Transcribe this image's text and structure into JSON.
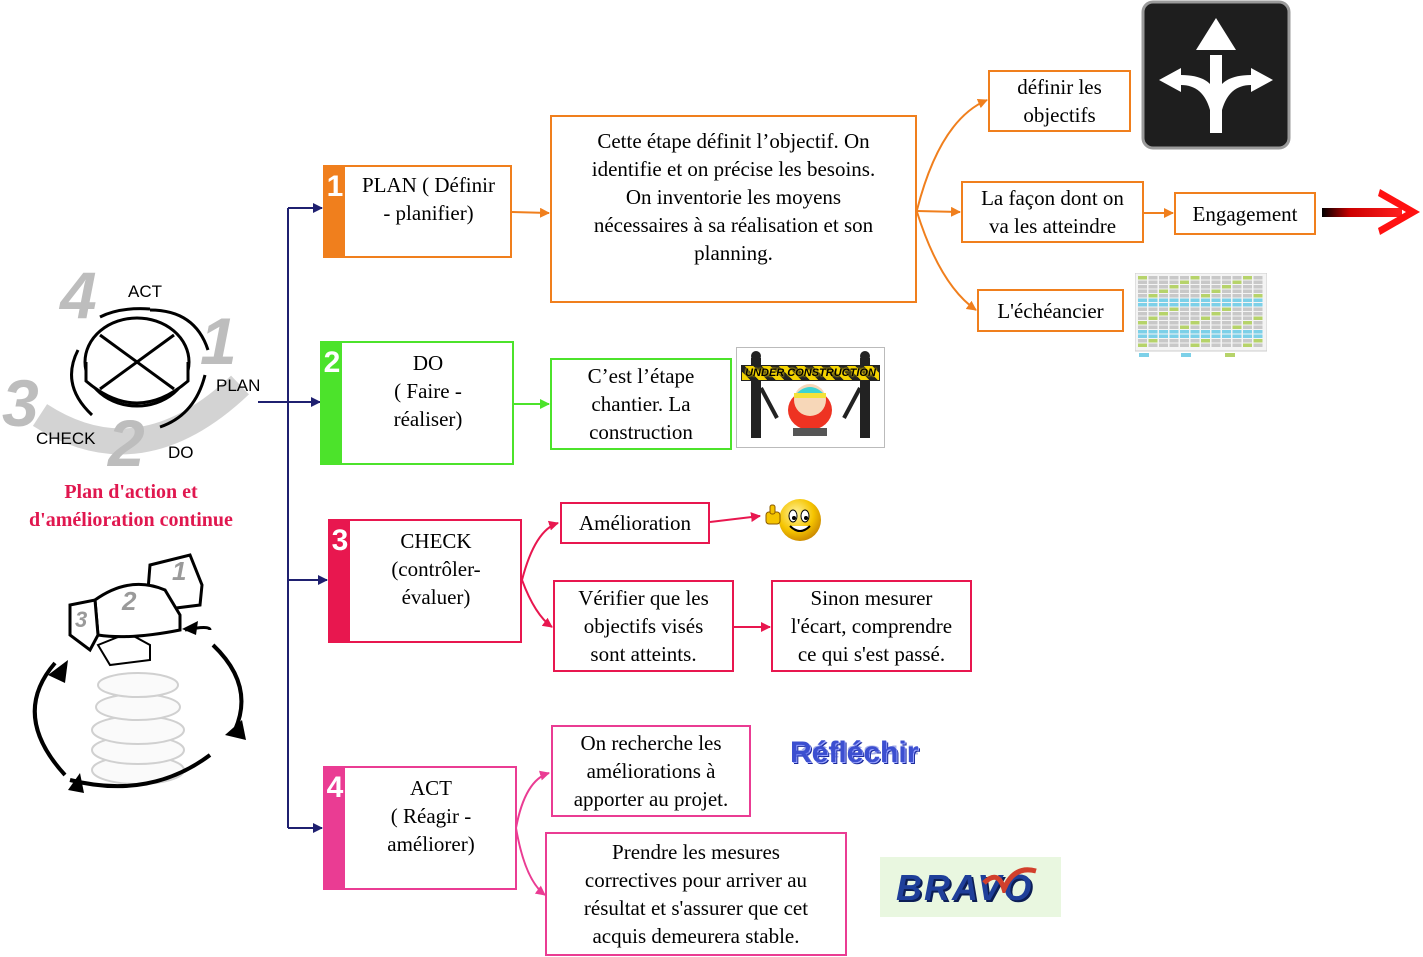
{
  "colors": {
    "plan": "#f07f1d",
    "do": "#4ce32b",
    "check": "#e8174f",
    "act": "#ea3c93",
    "trunk": "#1f2070",
    "title": "#e0174f"
  },
  "cycle": {
    "labels": {
      "act": "ACT",
      "plan": "PLAN",
      "check": "CHECK",
      "do": "DO"
    },
    "numbers": {
      "act": "4",
      "plan": "1",
      "check": "3",
      "do": "2"
    },
    "title_line1": "Plan d'action et",
    "title_line2": "d'amélioration continue"
  },
  "stages": {
    "plan": {
      "num": "1",
      "line1": "PLAN ( Définir",
      "line2": "- planifier)"
    },
    "do": {
      "num": "2",
      "line1": "DO",
      "line2": "( Faire -",
      "line3": "réaliser)"
    },
    "check": {
      "num": "3",
      "line1": "CHECK",
      "line2": "(contrôler-",
      "line3": "évaluer)"
    },
    "act": {
      "num": "4",
      "line1": "ACT",
      "line2": "( Réagir -",
      "line3": "améliorer)"
    }
  },
  "plan_branch": {
    "desc": [
      "Cette étape définit l’objectif. On",
      "identifie et on précise les besoins.",
      "On inventorie les moyens",
      "nécessaires à sa réalisation et son",
      "planning."
    ],
    "objectifs": [
      "définir les",
      "objectifs"
    ],
    "facon": [
      "La façon dont on",
      "va les atteindre"
    ],
    "engagement": "Engagement",
    "echeancier": "L'échéancier"
  },
  "do_branch": {
    "desc": [
      "C’est l’étape",
      "chantier. La",
      "construction"
    ],
    "sign_text": "UNDER CONSTRUCTION"
  },
  "check_branch": {
    "amelioration": "Amélioration",
    "verifier": [
      "Vérifier que les",
      "objectifs visés",
      "sont atteints."
    ],
    "sinon": [
      "Sinon mesurer",
      "l'écart, comprendre",
      "ce qui s'est passé."
    ]
  },
  "act_branch": {
    "recherche": [
      "On recherche les",
      "améliorations à",
      "apporter au projet."
    ],
    "prendre": [
      "Prendre les mesures",
      "correctives pour arriver au",
      "résultat et s'assurer que cet",
      "acquis demeurera stable."
    ],
    "reflechir": "Réfléchir",
    "bravo": "BRAVO"
  }
}
